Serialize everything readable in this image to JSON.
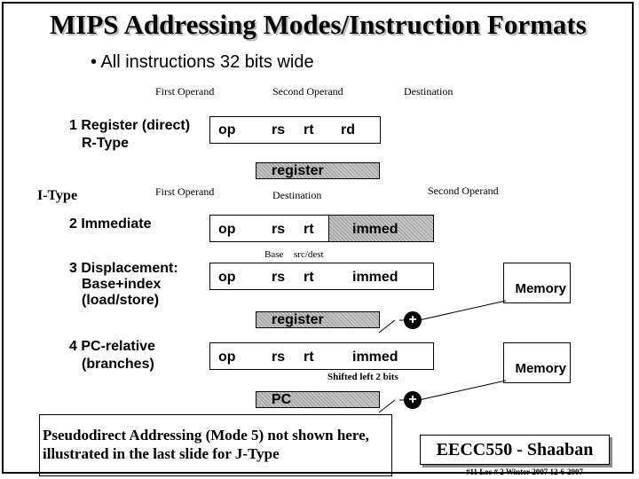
{
  "title": "MIPS Addressing Modes/Instruction Formats",
  "bullet": "• All instructions 32 bits wide",
  "header_row": {
    "first_operand": "First Operand",
    "second_operand": "Second Operand",
    "destination": "Destination"
  },
  "r_type": {
    "mode": "1 Register (direct)",
    "type": "R-Type",
    "op": "op",
    "rs": "rs",
    "rt": "rt",
    "rd": "rd",
    "register_label": "register"
  },
  "i_type_header": {
    "label": "I-Type",
    "first_operand": "First Operand",
    "destination": "Destination",
    "second_operand": "Second Operand"
  },
  "immediate": {
    "mode": "2 Immediate",
    "op": "op",
    "rs": "rs",
    "rt": "rt",
    "immed": "immed"
  },
  "displacement_labels": {
    "base": "Base",
    "src_dest": "src/dest"
  },
  "displacement": {
    "mode_line1": "3 Displacement:",
    "mode_line2": "Base+index",
    "mode_line3": "(load/store)",
    "op": "op",
    "rs": "rs",
    "rt": "rt",
    "immed": "immed",
    "memory": "Memory",
    "register_label": "register",
    "plus": "+"
  },
  "pc_relative": {
    "mode_line1": "4 PC-relative",
    "mode_line2": "(branches)",
    "op": "op",
    "rs": "rs",
    "rt": "rt",
    "immed": "immed",
    "memory": "Memory",
    "shift_note": "Shifted left 2 bits",
    "pc_label": "PC",
    "plus": "+"
  },
  "note": "Pseudodirect Addressing (Mode 5) not shown here, illustrated in the last slide for J-Type",
  "brand": "EECC550 - Shaaban",
  "footer": "#11 Lec # 2 Winter 2007 12-6-2007"
}
